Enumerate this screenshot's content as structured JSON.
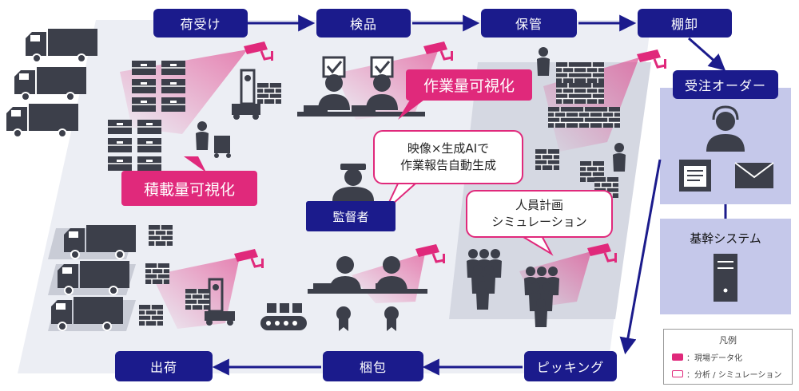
{
  "flow_steps": {
    "receiving": "荷受け",
    "inspection": "検品",
    "storage": "保管",
    "unloading": "棚卸",
    "order": "受注オーダー",
    "picking": "ピッキング",
    "packing": "梱包",
    "shipping": "出荷"
  },
  "labels": {
    "work_volume": "作業量可視化",
    "load_volume": "積載量可視化",
    "supervisor": "監督者",
    "core_system": "基幹システム"
  },
  "bubbles": {
    "report_line1": "映像×生成AIで",
    "report_line2": "作業報告自動生成",
    "staff_line1": "人員計画",
    "staff_line2": "シミュレーション"
  },
  "legend": {
    "title": "凡例",
    "field_data": "：現場データ化",
    "analysis": "：分析 / シミュレーション"
  },
  "colors": {
    "navy": "#1b1b8c",
    "pink": "#e0297b",
    "floor": "#eceef4",
    "icon": "#3c3f4a",
    "panel": "#c5c8ea"
  }
}
